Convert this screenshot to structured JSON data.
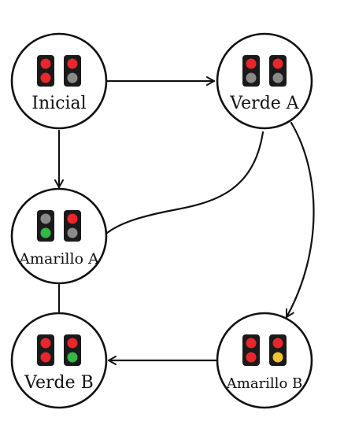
{
  "colors": {
    "outline": "#111111",
    "background": "#ffffff",
    "signal_body": "#1a1a1a",
    "red": "#e8262b",
    "green": "#33b846",
    "yellow": "#f2c230",
    "off": "#8a8a8a"
  },
  "states": [
    {
      "id": "inicial",
      "label": "Inicial",
      "lights": [
        {
          "top": "red",
          "bottom": "red"
        },
        {
          "top": "red",
          "bottom": "off"
        }
      ]
    },
    {
      "id": "verde-a",
      "label": "Verde A",
      "lights": [
        {
          "top": "red",
          "bottom": "off"
        },
        {
          "top": "red",
          "bottom": "off"
        }
      ]
    },
    {
      "id": "amarillo-a",
      "label": "Amarillo A",
      "lights": [
        {
          "top": "off",
          "bottom": "green"
        },
        {
          "top": "red",
          "bottom": "off"
        }
      ]
    },
    {
      "id": "verde-b",
      "label": "Verde B",
      "lights": [
        {
          "top": "red",
          "bottom": "red"
        },
        {
          "top": "red",
          "bottom": "green"
        }
      ]
    },
    {
      "id": "amarillo-b",
      "label": "Amarillo B",
      "lights": [
        {
          "top": "red",
          "bottom": "red"
        },
        {
          "top": "red",
          "bottom": "yellow"
        }
      ]
    }
  ],
  "transitions": [
    {
      "from": "inicial",
      "to": "verde-a",
      "arrow": true
    },
    {
      "from": "inicial",
      "to": "amarillo-a",
      "arrow": true
    },
    {
      "from": "verde-a",
      "to": "amarillo-a",
      "arrow": false
    },
    {
      "from": "verde-a",
      "to": "amarillo-b",
      "arrow": true
    },
    {
      "from": "amarillo-a",
      "to": "verde-b",
      "arrow": false
    },
    {
      "from": "amarillo-b",
      "to": "verde-b",
      "arrow": true
    }
  ]
}
